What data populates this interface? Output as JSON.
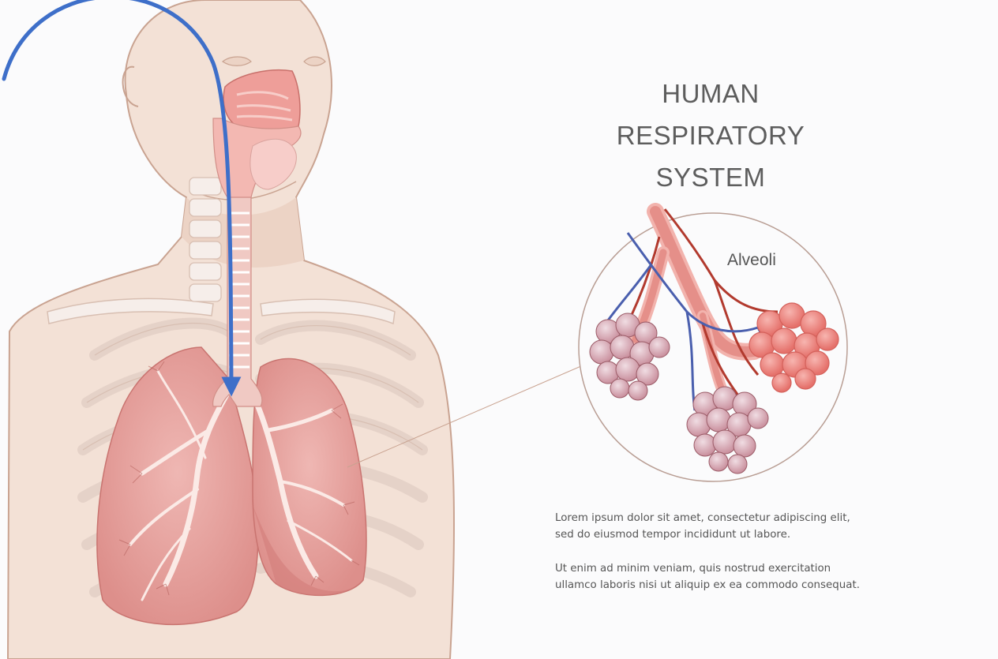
{
  "title": {
    "line1": "HUMAN",
    "line2": "RESPIRATORY",
    "line3": "SYSTEM"
  },
  "inset_label": "Alveoli",
  "paragraphs": [
    {
      "line1": "Lorem ipsum dolor sit amet, consectetur adipiscing elit,",
      "line2": "sed do eiusmod tempor incididunt ut labore."
    },
    {
      "line1": "Ut enim ad minim veniam, quis nostrud exercitation",
      "line2": "ullamco laboris nisi ut aliquip ex ea commodo consequat."
    }
  ],
  "colors": {
    "background": "#fbfbfc",
    "skin": "#f3e1d6",
    "skin_outline": "#c9a391",
    "lung": "#e9a3a0",
    "lung_dark": "#d27d79",
    "bone": "#f6eeea",
    "airway": "#e68a85",
    "artery": "#b23a2e",
    "vein": "#4a5fae",
    "arrow": "#3e6fc9"
  },
  "icons": {
    "arrow": "airflow-arrow-icon"
  }
}
